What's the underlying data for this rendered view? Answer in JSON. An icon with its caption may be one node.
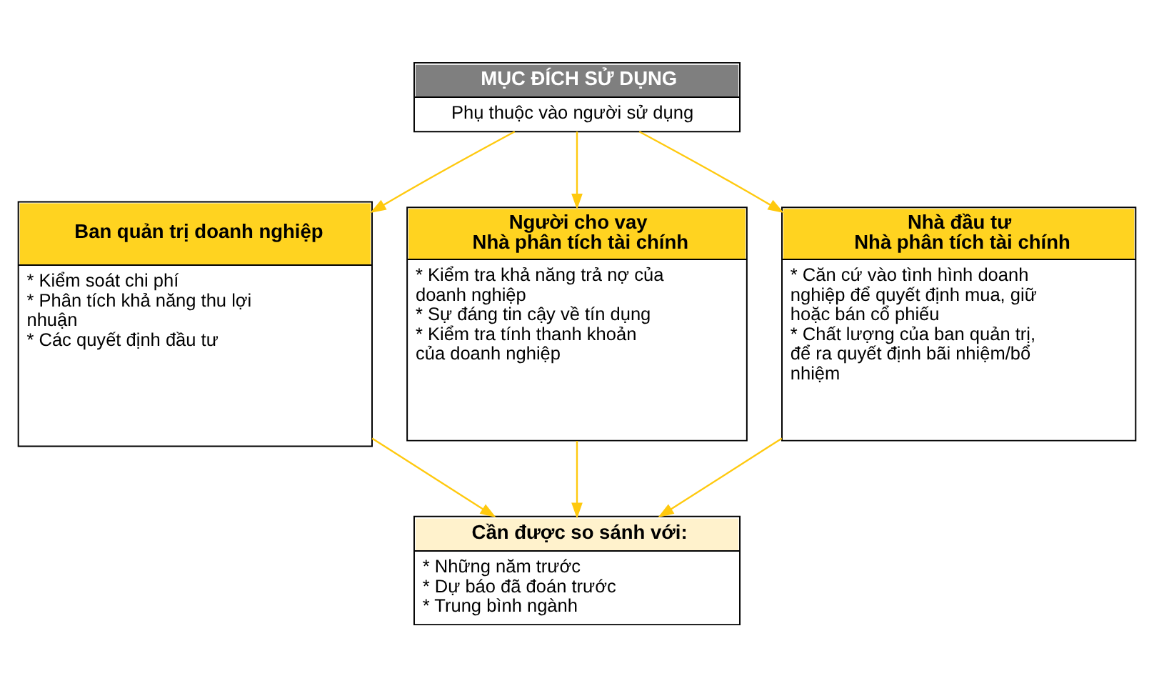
{
  "diagram": {
    "nodes": [
      {
        "text": [
          "MỤC ĐÍCH SỬ DỤNG",
          "Phụ thuộc vào người sử dụng"
        ]
      },
      {
        "text": [
          "Ban quản trị doanh nghiệp",
          "* Kiểm soát chi phí",
          "* Phân tích khả năng thu lợi nhuận",
          "* Các quyết định đầu tư"
        ]
      },
      {
        "text": [
          "Người cho vay",
          "Nhà phân tích tài chính",
          "* Kiểm tra khả năng trả nợ của doanh nghiệp",
          "* Sự đáng tin cậy về tín dụng",
          "* Kiểm tra tính thanh khoản của doanh nghiệp"
        ]
      },
      {
        "text": [
          "Nhà đầu tư",
          "Nhà phân tích tài chính",
          "* Căn cứ vào tình hình doanh nghiệp để quyết định mua, giữ hoặc bán cổ phiếu",
          "* Chất lượng của ban quản trị, để ra quyết định bãi nhiệm/bổ nhiệm"
        ]
      },
      {
        "text": [
          "Cần được so sánh với:",
          "* Những năm trước",
          "* Dự báo đã đoán trước",
          "* Trung bình ngành"
        ]
      }
    ],
    "edges": [
      {
        "from": 0,
        "to": 1,
        "arrow": "to"
      },
      {
        "from": 0,
        "to": 2,
        "arrow": "to"
      },
      {
        "from": 0,
        "to": 3,
        "arrow": "to"
      },
      {
        "from": 1,
        "to": 4,
        "arrow": "to"
      },
      {
        "from": 2,
        "to": 4,
        "arrow": "to"
      },
      {
        "from": 3,
        "to": 4,
        "arrow": "to"
      }
    ]
  }
}
